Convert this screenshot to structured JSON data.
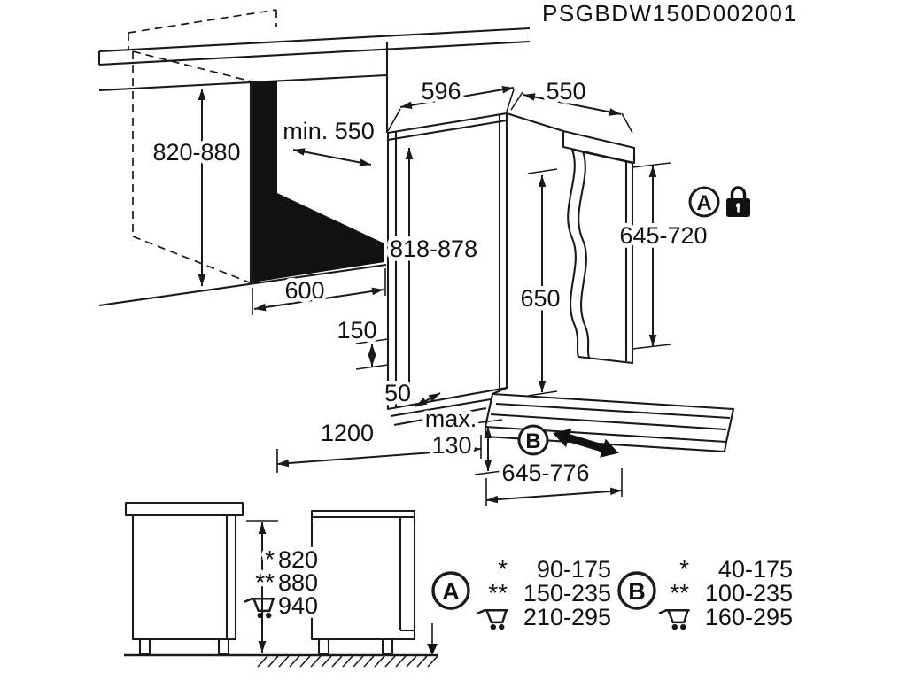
{
  "title": "PSGBDW150D002001",
  "dimensions": {
    "niche_height": "820-880",
    "niche_depth": "min. 550",
    "appliance_width": "596",
    "appliance_depth": "550",
    "appliance_height": "818-878",
    "door_height": "650",
    "furniture_door_height": "645-720",
    "niche_width": "600",
    "plinth_height": "150",
    "gap_bottom": "50",
    "hose_length": "1200",
    "plinth_recess_max_label": "max.",
    "plinth_recess_max_value": "130",
    "furniture_door_width": "645-776"
  },
  "markers": {
    "a": "A",
    "b": "B"
  },
  "icons": {
    "lock": "padlock",
    "cart": "shopping-cart",
    "slide": "double-headed-arrow"
  },
  "side_view_dims": {
    "rows": [
      {
        "symbol": "*",
        "value": "820"
      },
      {
        "symbol": "**",
        "value": "880"
      },
      {
        "symbol": "cart",
        "value": "940"
      }
    ]
  },
  "table_a": {
    "label": "A",
    "rows": [
      {
        "symbol": "*",
        "value": "90-175"
      },
      {
        "symbol": "**",
        "value": "150-235"
      },
      {
        "symbol": "cart",
        "value": "210-295"
      }
    ]
  },
  "table_b": {
    "label": "B",
    "rows": [
      {
        "symbol": "*",
        "value": "40-175"
      },
      {
        "symbol": "**",
        "value": "100-235"
      },
      {
        "symbol": "cart",
        "value": "160-295"
      }
    ]
  }
}
